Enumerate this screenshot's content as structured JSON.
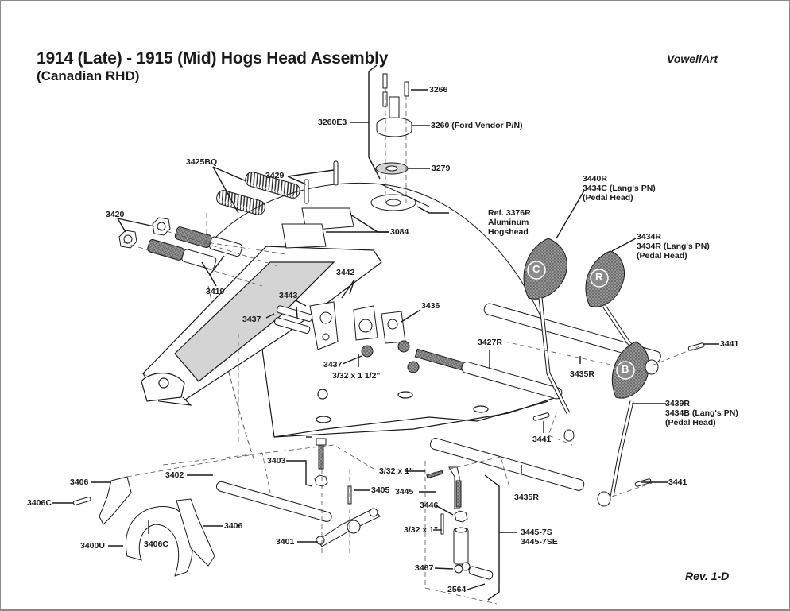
{
  "header": {
    "title": "1914 (Late) - 1915 (Mid) Hogs Head Assembly",
    "subtitle": "(Canadian RHD)",
    "brand": "VowellArt"
  },
  "footer": {
    "revision": "Rev. 1-D"
  },
  "callouts": {
    "c3266": "3266",
    "c3260E3": "3260E3",
    "c3260": "3260 (Ford Vendor P/N)",
    "c3279": "3279",
    "c3425BQ": "3425BQ",
    "c3429": "3429",
    "c3420": "3420",
    "c3084": "3084",
    "c3419": "3419",
    "c3442": "3442",
    "c3443": "3443",
    "c3437a": "3437",
    "c3436": "3436",
    "c3437b": "3437",
    "pin_1_5": "3/32 x 1 1/2\"",
    "ref_hogshead": "Ref. 3376R\nAluminum\nHogshead",
    "pedal_c": "3440R\n3434C (Lang's PN)\n(Pedal Head)",
    "pedal_r": "3434R\n3434R (Lang's PN)\n(Pedal Head)",
    "pedal_b": "3439R\n3434B (Lang's PN)\n(Pedal Head)",
    "c3441a": "3441",
    "c3441b": "3441",
    "c3441c": "3441",
    "c3427R": "3427R",
    "c3435Ra": "3435R",
    "c3435Rb": "3435R",
    "c3403": "3403",
    "c3402": "3402",
    "c3406a": "3406",
    "c3406Ca": "3406C",
    "c3406b": "3406",
    "c3400U": "3400U",
    "c3406Cb": "3406C",
    "c3405": "3405",
    "c3401": "3401",
    "pin_1a": "3/32 x 1\"",
    "c3445": "3445",
    "c3446": "3446",
    "pin_1b": "3/32 x 1\"",
    "c3445_7S": "3445-7S\n3445-7SE",
    "c3467": "3467",
    "c2564": "2564"
  },
  "pedal_letters": {
    "clutch": "C",
    "reverse": "R",
    "brake": "B"
  },
  "colors": {
    "ink": "#1a1a1a",
    "frame": "#8a8a8a",
    "shade": "#d4d4d4",
    "pedal_pad": "#8c8c8c"
  }
}
